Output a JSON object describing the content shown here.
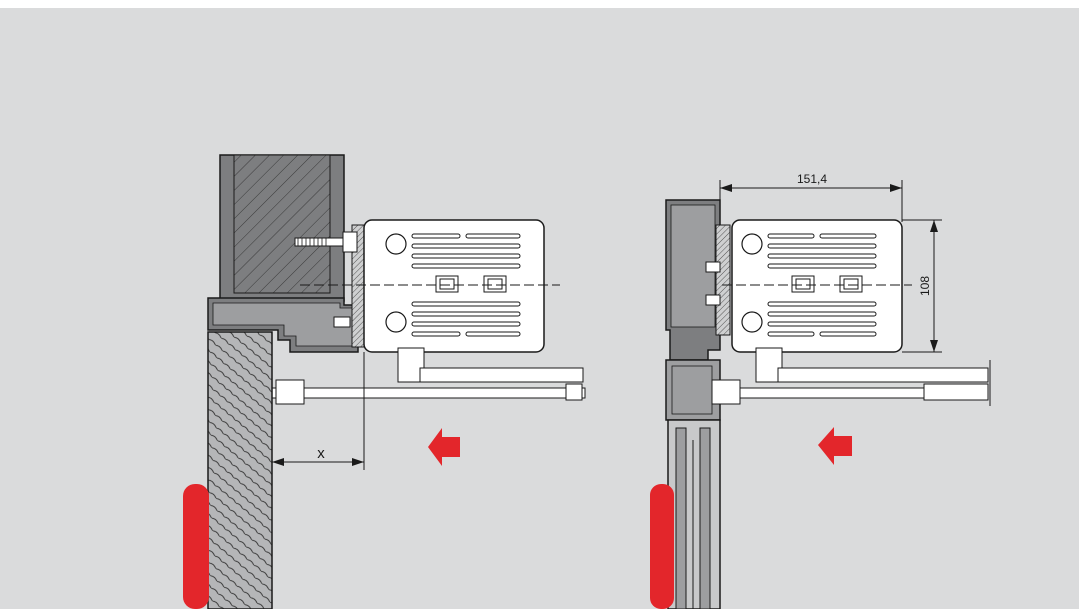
{
  "colors": {
    "background": "#dadbdc",
    "frame_dark": "#7d7e80",
    "profile_gray": "#9d9ea0",
    "wood_light": "#b5b6b8",
    "drive_unit": "#ffffff",
    "line": "#1a1a1a",
    "door_edge_red": "#e3262b",
    "arrow_red": "#e3262b"
  },
  "left_detail": {
    "dimension_label": "x",
    "arrow_icon": "red-arrow-left-icon"
  },
  "right_detail": {
    "width_label": "151,4",
    "height_label": "108",
    "arrow_icon": "red-arrow-left-icon"
  }
}
